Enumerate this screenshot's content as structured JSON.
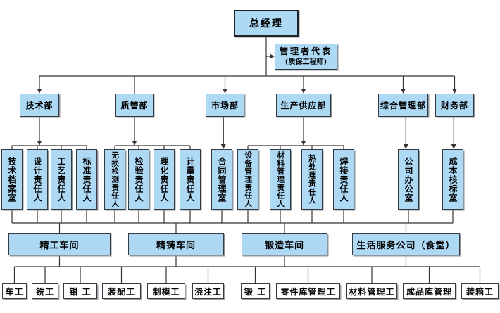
{
  "colors": {
    "node_fill": "#aed9f5",
    "leaf_fill": "#ffffff",
    "node_border": "#36393d",
    "line": "#333333",
    "background": "#ffffff"
  },
  "org_chart": {
    "root": {
      "label": "总经理"
    },
    "representative": {
      "label": "管理者代表",
      "sublabel": "(质保工程师)"
    },
    "departments": [
      {
        "label": "技术部",
        "reports": [
          "技术档案室",
          "设计责任人",
          "工艺责任人",
          "标准责任人"
        ]
      },
      {
        "label": "质管部",
        "reports": [
          "无损检测责任人",
          "检验责任人",
          "理化责任人",
          "计量责任人"
        ]
      },
      {
        "label": "市场部",
        "reports": [
          "合同管理室"
        ]
      },
      {
        "label": "生产供应部",
        "reports": [
          "设备管理责任人",
          "材料管理责任人",
          "热处理责任人",
          "焊接责任人"
        ]
      },
      {
        "label": "综合管理部",
        "reports": [
          "公司办公室"
        ]
      },
      {
        "label": "财务部",
        "reports": [
          "成本核标室"
        ]
      }
    ],
    "workshops": [
      "精工车间",
      "精铸车间",
      "锻造车间",
      "生活服务公司（食堂）"
    ],
    "workers": [
      "车工",
      "铣工",
      "钳 工",
      "装配工",
      "制模工",
      "浇注工",
      "锻 工",
      "零件库管理工",
      "材料管理工",
      "成品库管理",
      "装箱工"
    ]
  }
}
